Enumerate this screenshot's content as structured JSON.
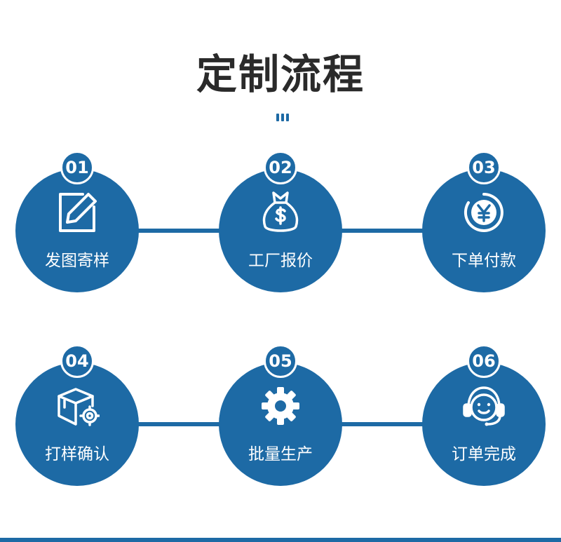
{
  "title": "定制流程",
  "accent_color": "#1d6aa5",
  "steps": [
    {
      "number": "01",
      "label": "发图寄样",
      "icon": "edit-icon"
    },
    {
      "number": "02",
      "label": "工厂报价",
      "icon": "money-bag-icon"
    },
    {
      "number": "03",
      "label": "下单付款",
      "icon": "yen-coin-icon"
    },
    {
      "number": "04",
      "label": "打样确认",
      "icon": "box-gear-icon"
    },
    {
      "number": "05",
      "label": "批量生产",
      "icon": "gear-icon"
    },
    {
      "number": "06",
      "label": "订单完成",
      "icon": "customer-service-icon"
    }
  ]
}
